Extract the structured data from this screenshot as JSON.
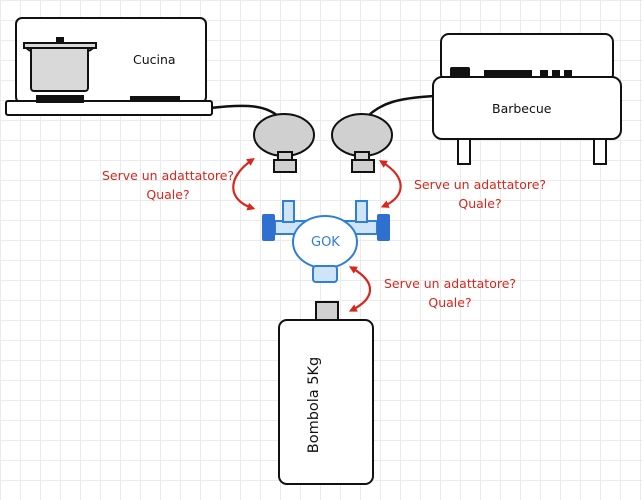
{
  "devices": {
    "kitchen": {
      "label": "Cucina"
    },
    "bbq": {
      "label": "Barbecue"
    },
    "cylinder": {
      "label": "Bombola 5Kg"
    },
    "valve": {
      "label": "GOK"
    }
  },
  "questions": {
    "left": {
      "line1": "Serve un adattatore?",
      "line2": "Quale?"
    },
    "right": {
      "line1": "Serve un adattatore?",
      "line2": "Quale?"
    },
    "bottom": {
      "line1": "Serve un adattatore?",
      "line2": "Quale?"
    }
  },
  "colors": {
    "question": "#d9261c",
    "valve": "#2f7ed8",
    "regulator": "#d0d0d0"
  }
}
